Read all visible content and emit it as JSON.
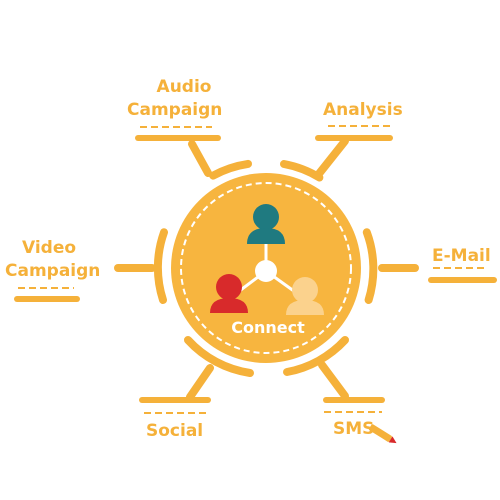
{
  "center": {
    "label": "Connect"
  },
  "nodes": {
    "audio_campaign": {
      "line1": "Audio",
      "line2": "Campaign"
    },
    "analysis": {
      "label": "Analysis"
    },
    "video_campaign": {
      "line1": "Video",
      "line2": "Campaign"
    },
    "email": {
      "label": "E-Mail"
    },
    "social": {
      "label": "Social"
    },
    "sms": {
      "label": "SMS"
    }
  },
  "colors": {
    "accent": "#F5B13A",
    "teal_person": "#1F7A80",
    "red_person": "#D82A2B",
    "peach_person": "#FBD28D",
    "pencil": "#F5B13A",
    "pencil_tip": "#D82A2B"
  }
}
